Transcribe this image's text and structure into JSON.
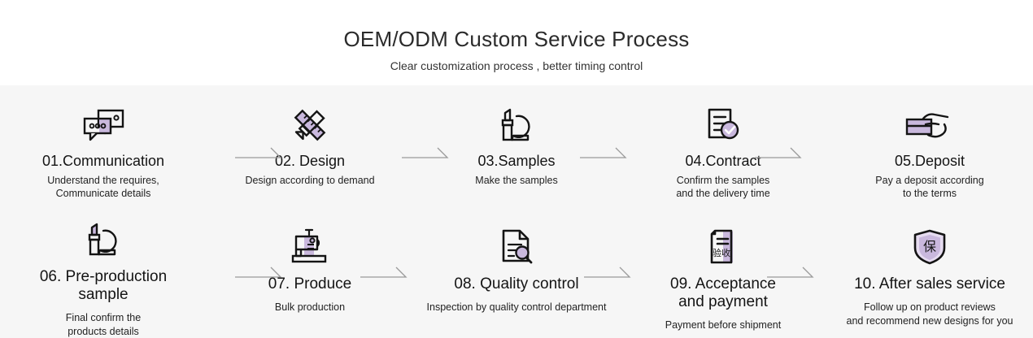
{
  "header": {
    "title": "OEM/ODM Custom Service Process",
    "subtitle": "Clear customization process , better timing control"
  },
  "colors": {
    "page_background": "#ffffff",
    "band_background": "#f6f6f6",
    "icon_stroke": "#141414",
    "icon_accent": "#c9b8dd",
    "title_text": "#141414",
    "desc_text": "#222222",
    "arrow": "#9a9a9a"
  },
  "rows": [
    {
      "id": "row-1",
      "steps": [
        {
          "icon": "chat-bubbles-icon",
          "title": "01.Communication",
          "desc": "Understand the requires,\nCommunicate details"
        },
        {
          "icon": "ruler-pencil-icon",
          "title": "02. Design",
          "desc": "Design according to demand"
        },
        {
          "icon": "lipstick-mirror-icon",
          "title": "03.Samples",
          "desc": "Make the samples"
        },
        {
          "icon": "contract-check-icon",
          "title": "04.Contract",
          "desc": "Confirm the samples\nand the delivery time"
        },
        {
          "icon": "hand-cash-icon",
          "title": "05.Deposit",
          "desc": "Pay a deposit according\nto the terms"
        }
      ]
    },
    {
      "id": "row-2",
      "steps": [
        {
          "icon": "lipstick-mirror-icon",
          "title": "06. Pre-production\nsample",
          "desc": "Final confirm the\nproducts details"
        },
        {
          "icon": "sewing-machine-icon",
          "title": "07. Produce",
          "desc": "Bulk production"
        },
        {
          "icon": "document-search-icon",
          "title": "08. Quality control",
          "desc": "Inspection by quality control department"
        },
        {
          "icon": "acceptance-document-icon",
          "title": "09. Acceptance\nand payment",
          "desc": "Payment before shipment"
        },
        {
          "icon": "shield-guarantee-icon",
          "title": "10. After sales service",
          "desc": "Follow up on product reviews\nand recommend new designs for you"
        }
      ]
    }
  ],
  "arrows": {
    "count_row1": 4,
    "count_row2": 4,
    "glyph": "arrow-right"
  }
}
